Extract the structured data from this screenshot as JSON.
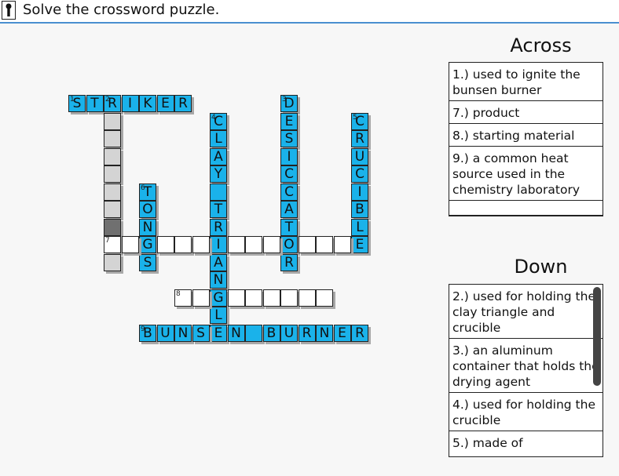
{
  "instruction": "Solve the crossword puzzle.",
  "across_title": "Across",
  "down_title": "Down",
  "across_clues": [
    "1.) used to ignite the bunsen burner",
    "7.) product",
    "8.) starting material",
    "9.) a common heat source used in the chemistry laboratory",
    ""
  ],
  "down_clues": [
    "2.) used for holding the clay triangle and crucible",
    "3.) an aluminum container that holds the drying agent",
    "4.) used for holding the crucible",
    "5.) made of"
  ],
  "words": [
    {
      "number": "1",
      "direction": "across",
      "letters": "STRIKER",
      "row": 0,
      "col": 0
    },
    {
      "number": "2",
      "direction": "down",
      "letters": "",
      "length": 10,
      "row": 0,
      "col": 2
    },
    {
      "number": "3",
      "direction": "down",
      "letters": "DESICCATOR",
      "row": 0,
      "col": 12
    },
    {
      "number": "4",
      "direction": "down",
      "letters": "CLAY TRIANGLE",
      "row": 1,
      "col": 8
    },
    {
      "number": "5",
      "direction": "down",
      "letters": "CRUCIBLE",
      "row": 1,
      "col": 16
    },
    {
      "number": "6",
      "direction": "down",
      "letters": "TONGS",
      "row": 5,
      "col": 4
    },
    {
      "number": "7",
      "direction": "across",
      "letters": "",
      "length": 15,
      "row": 8,
      "col": 2
    },
    {
      "number": "8",
      "direction": "across",
      "letters": "",
      "length": 9,
      "row": 11,
      "col": 6
    },
    {
      "number": "9",
      "direction": "across",
      "letters": "BUNSEN BURNER",
      "row": 13,
      "col": 4
    }
  ],
  "highlight_cell": {
    "row": 7,
    "col": 2
  }
}
